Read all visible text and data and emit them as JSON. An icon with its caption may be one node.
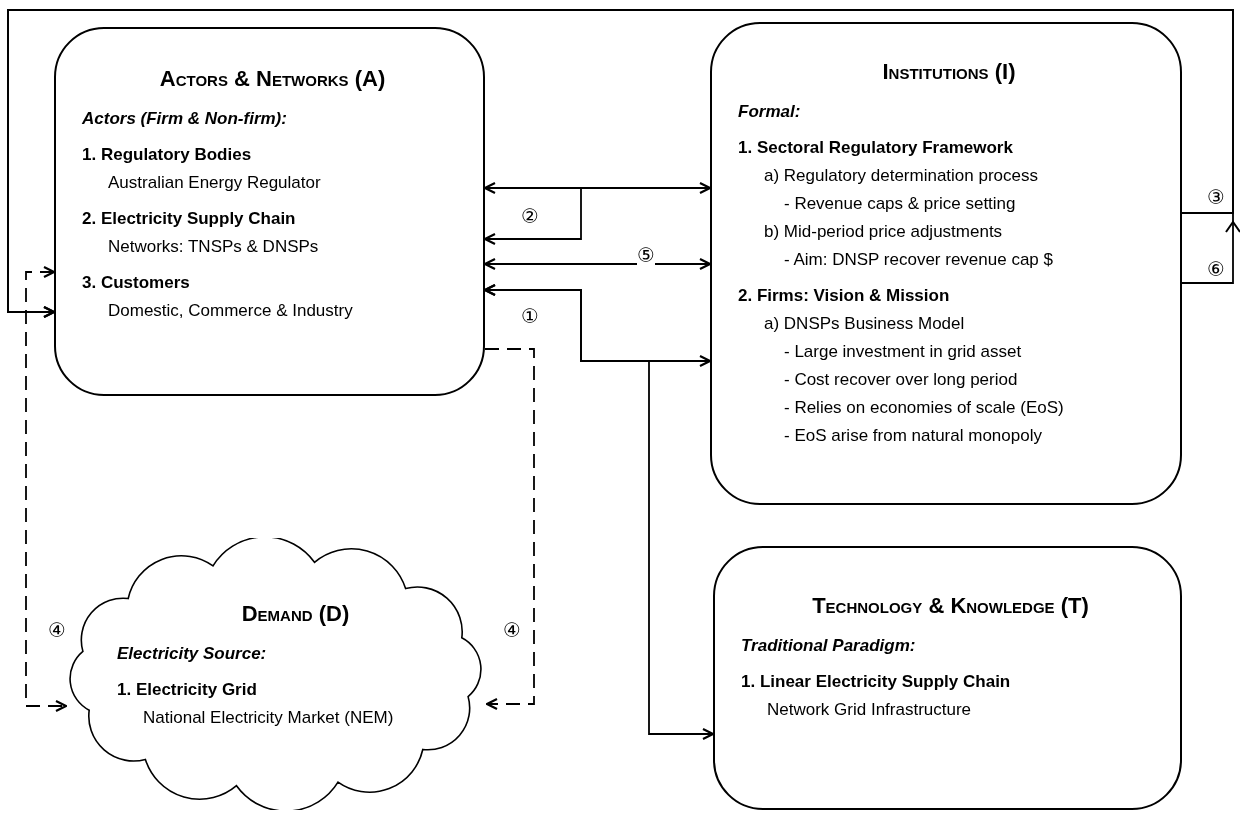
{
  "diagram": {
    "nodes": [
      {
        "text": [
          "Actors & Networks (A)",
          "Actors (Firm & Non-firm):",
          "1. Regulatory Bodies",
          "Australian Energy Regulator",
          "2. Electricity Supply Chain",
          "Networks: TNSPs & DNSPs",
          "3. Customers",
          "Domestic, Commerce & Industry"
        ]
      },
      {
        "text": [
          "Institutions (I)",
          "Formal:",
          "1. Sectoral Regulatory Framework",
          "a) Regulatory determination process",
          "- Revenue caps & price setting",
          "b) Mid-period price adjustments",
          "- Aim: DNSP recover revenue cap $",
          "2. Firms: Vision & Mission",
          "a) DNSPs Business Model",
          "- Large investment in grid asset",
          "- Cost recover over long period",
          "- Relies on economies of scale (EoS)",
          "- EoS arise from natural monopoly"
        ]
      },
      {
        "text": [
          "Demand (D)",
          "Electricity Source:",
          "1. Electricity Grid",
          "National Electricity Market (NEM)"
        ]
      },
      {
        "text": [
          "Technology & Knowledge (T)",
          "Traditional Paradigm:",
          "1. Linear Electricity Supply Chain",
          "Network Grid Infrastructure"
        ]
      }
    ],
    "edges": [
      {
        "from": 0,
        "to": 1,
        "arrow": "both"
      },
      {
        "from": 1,
        "to": 0,
        "arrow": "to",
        "label": "②"
      },
      {
        "from": 0,
        "to": 1,
        "arrow": "both",
        "label": "⑤"
      },
      {
        "from": 0,
        "to": 1,
        "arrow": "both",
        "label": "①"
      },
      {
        "from": 0,
        "to": 3,
        "arrow": "both"
      },
      {
        "from": 1,
        "to": 0,
        "arrow": "to",
        "label": "③"
      },
      {
        "from": 1,
        "to": 0,
        "arrow": "to",
        "label": "⑥"
      },
      {
        "from": 0,
        "to": 2,
        "arrow": "both",
        "style": "dashed",
        "label": "④"
      },
      {
        "from": 0,
        "to": 2,
        "arrow": "to",
        "style": "dashed",
        "label": "④"
      }
    ]
  }
}
